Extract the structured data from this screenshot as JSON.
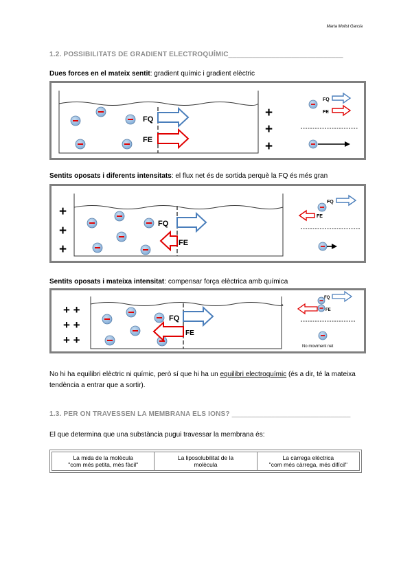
{
  "header": {
    "author": "Marta Molist García"
  },
  "section_1_2": {
    "title": "1.2. POSSIBILITATS DE GRADIENT ELECTROQUÍMIC",
    "rule": "_____________________________"
  },
  "case1": {
    "bold": "Dues forces en el mateix sentit",
    "rest": ": gradient químic i gradient elèctric"
  },
  "case2": {
    "bold": "Sentits oposats i diferents intensitats",
    "rest": ": el flux net és de sortida perquè la FQ és més gran"
  },
  "case3": {
    "bold": "Sentits oposats i mateixa intensitat",
    "rest": ": compensar força elèctrica amb química"
  },
  "figure_labels": {
    "fq": "FQ",
    "fe": "FE",
    "plus": "+",
    "plusplus": "+ +",
    "no_net": "No moviment net"
  },
  "colors": {
    "fq_arrow": "#4a7ebb",
    "fe_arrow": "#e00000",
    "ion_fill": "#9dc3e6",
    "ion_sign": "#e00000"
  },
  "paragraph": {
    "before": "No hi ha equilibri elèctric ni químic, però sí que hi ha un ",
    "underlined": "equilibri electroquímic",
    "after": " (és a dir, té la mateixa tendència a entrar que a sortir)."
  },
  "section_1_3": {
    "title": "1.3. PER ON TRAVESSEN LA MEMBRANA ELS IONS?",
    "rule": "______________________________"
  },
  "intro": "El que determina que una substància pugui travessar la membrana és:",
  "table": {
    "cells": [
      {
        "line1": "La mida de la molècula",
        "line2": "\"com més petita, més fàcil\""
      },
      {
        "line1": "La liposolubilitat de la",
        "line2": "molècula"
      },
      {
        "line1": "La càrrega elèctrica",
        "line2": "\"com més càrrega, més difícil\""
      }
    ]
  }
}
